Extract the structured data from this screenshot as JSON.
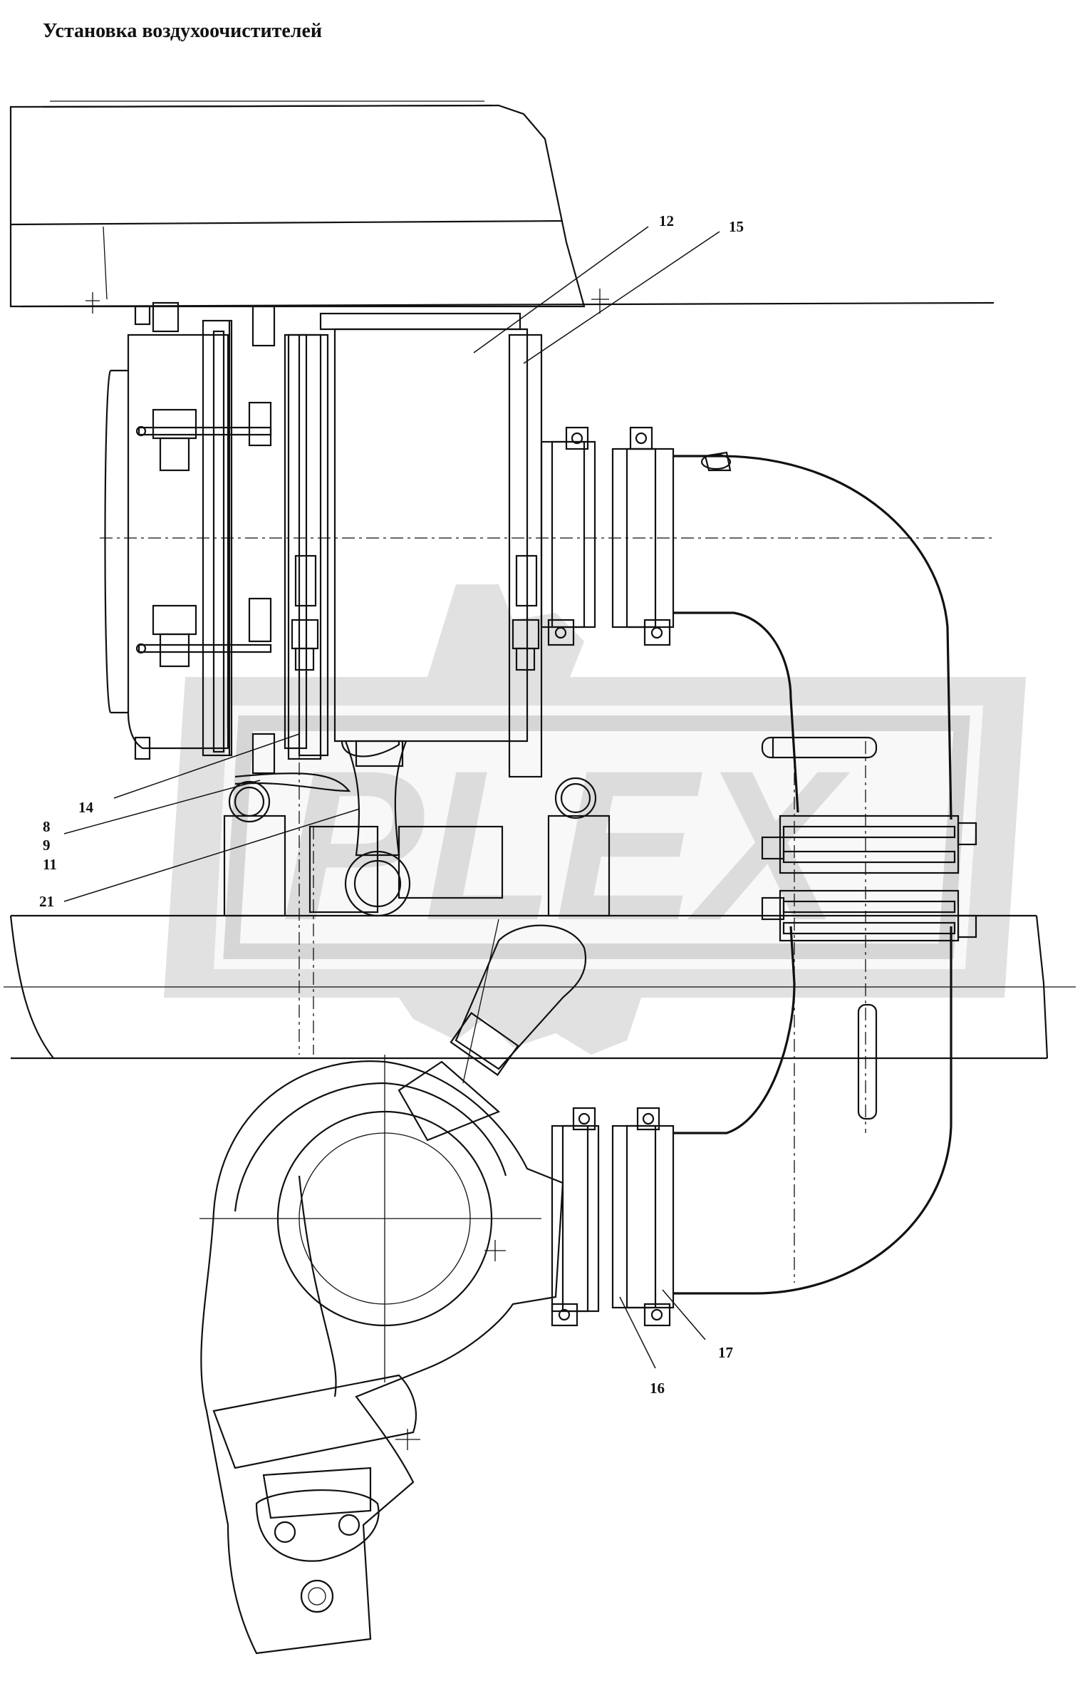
{
  "title": "Установка воздухоочистителей",
  "watermark": "PLEX",
  "callouts": {
    "c12": "12",
    "c15": "15",
    "c14": "14",
    "c8": "8",
    "c9": "9",
    "c11": "11",
    "c21": "21",
    "c16": "16",
    "c17": "17"
  },
  "colors": {
    "line": "#111111",
    "watermark": "#c9c9c9",
    "background": "#ffffff"
  }
}
